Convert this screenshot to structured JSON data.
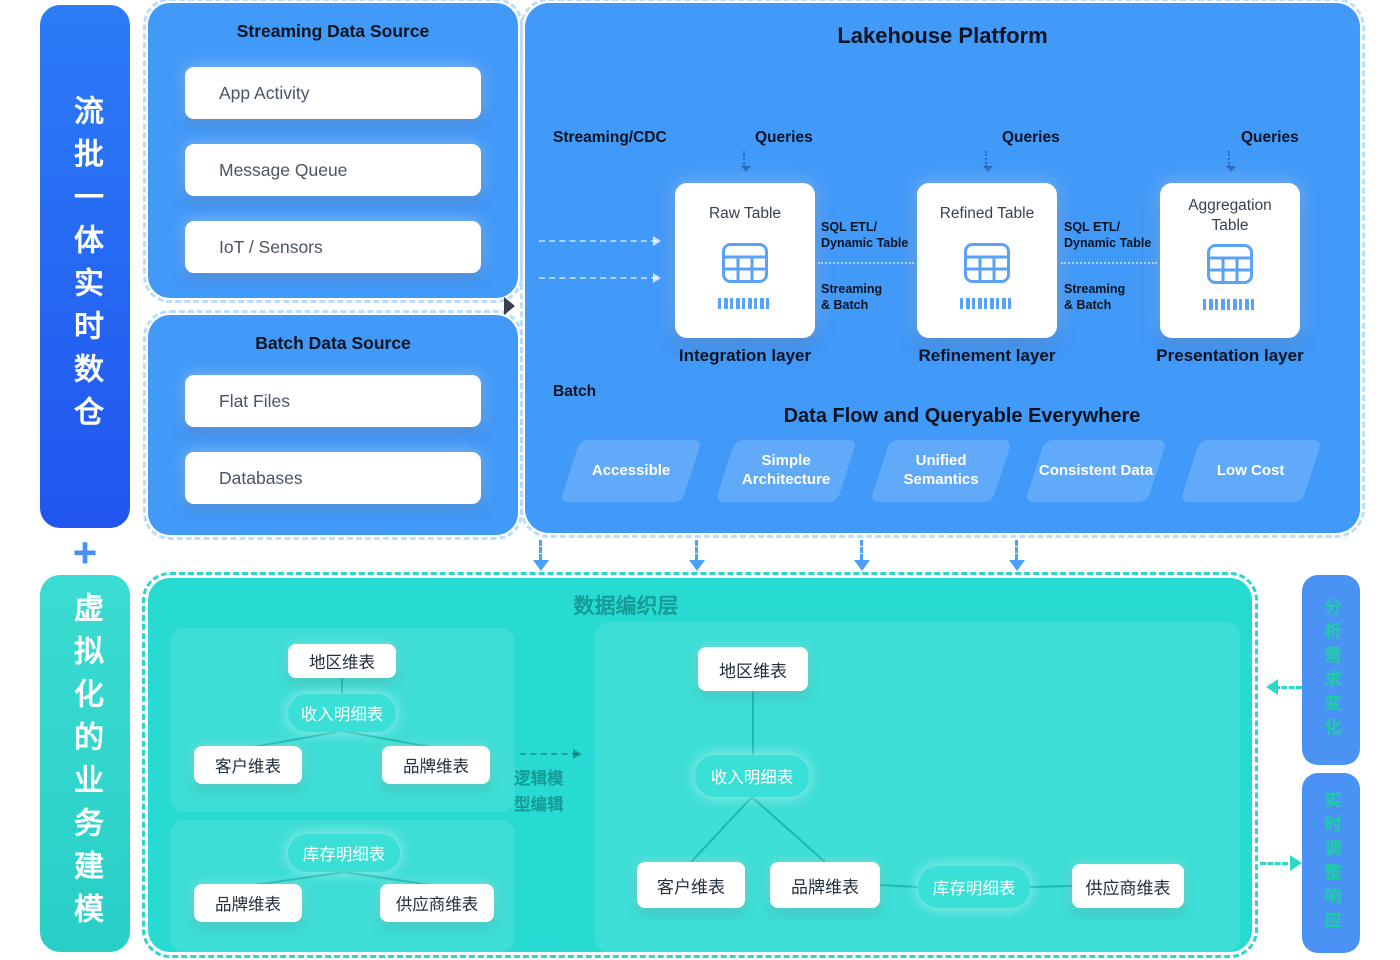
{
  "colors": {
    "rail_blue": "#2b6cf3",
    "panel_blue": "#4199f8",
    "teal_panel": "#28dbd2",
    "teal_bar": "#31d6cc",
    "note_box_blue": "#4a93f5",
    "note_text_teal": "#1dcfa2",
    "icon_blue": "#5aa2f8",
    "arrow_blue": "#4ba0f8",
    "arrow_teal": "#2bd9c4"
  },
  "rail": {
    "stream_batch": "流批一体实时数仓",
    "plus": "+",
    "virtual_modeling": "虚拟化的业务建模"
  },
  "streaming_source": {
    "title": "Streaming Data Source",
    "items": [
      "App Activity",
      "Message Queue",
      "IoT / Sensors"
    ]
  },
  "batch_source": {
    "title": "Batch Data Source",
    "items": [
      "Flat Files",
      "Databases"
    ]
  },
  "lakehouse": {
    "title": "Lakehouse Platform",
    "streaming_cdc": "Streaming/CDC",
    "batch": "Batch",
    "queries": [
      "Queries",
      "Queries",
      "Queries"
    ],
    "cards": [
      {
        "title": "Raw Table",
        "layer": "Integration layer"
      },
      {
        "title": "Refined Table",
        "layer": "Refinement layer"
      },
      {
        "title": "Aggregation Table",
        "layer": "Presentation layer"
      }
    ],
    "etl": [
      {
        "l1": "SQL ETL/",
        "l2": "Dynamic Table",
        "l3": "Streaming",
        "l4": "& Batch"
      },
      {
        "l1": "SQL ETL/",
        "l2": "Dynamic Table",
        "l3": "Streaming",
        "l4": "& Batch"
      }
    ],
    "flow_title": "Data Flow and Queryable Everywhere",
    "chevrons": [
      "Accessible",
      "Simple Architecture",
      "Unified Semantics",
      "Consistent Data",
      "Low Cost"
    ]
  },
  "fabric": {
    "title": "数据编织层",
    "edit_l1": "逻辑模",
    "edit_l2": "型编辑",
    "small_top": {
      "region": "地区维表",
      "revenue": "收入明细表",
      "customer": "客户维表",
      "brand": "品牌维表"
    },
    "small_bottom": {
      "inventory": "库存明细表",
      "brand": "品牌维表",
      "supplier": "供应商维表"
    },
    "large": {
      "region": "地区维表",
      "revenue": "收入明细表",
      "customer": "客户维表",
      "brand": "品牌维表",
      "inventory": "库存明细表",
      "supplier": "供应商维表"
    }
  },
  "notes": {
    "analysis": "分析需求变化",
    "response": "实时调整响应"
  }
}
